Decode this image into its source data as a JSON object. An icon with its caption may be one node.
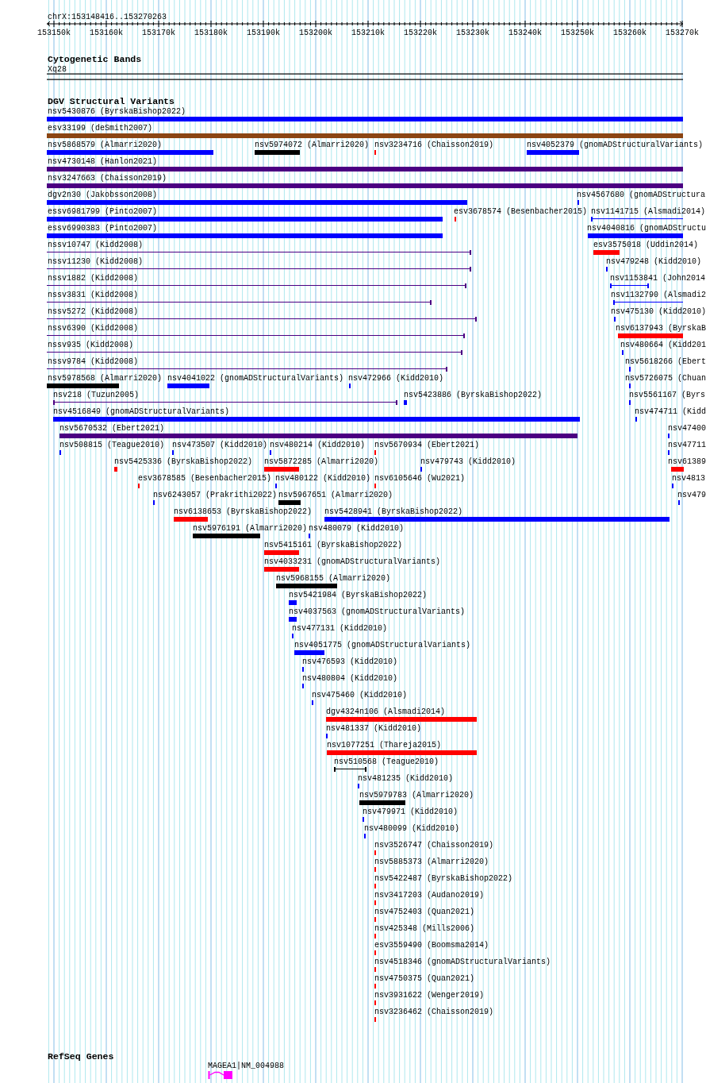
{
  "diagram": {
    "labels": [
      "chrX:153148416..153270263",
      "153150k",
      "153160k",
      "153170k",
      "153180k",
      "153190k",
      "153200k",
      "153210k",
      "153220k",
      "153230k",
      "153240k",
      "153250k",
      "153260k",
      "153270k",
      "Cytogenetic Bands",
      "Xq28",
      "DGV Structural Variants",
      "nsv5430876 (ByrskaBishop2022)",
      "esv33199 (deSmith2007)",
      "nsv5868579 (Almarri2020)",
      "nsv5974072 (Almarri2020)",
      "nsv3234716 (Chaisson2019)",
      "nsv4052379 (gnomADStructuralVariants)",
      "nsv4730148 (Hanlon2021)",
      "nsv3247663 (Chaisson2019)",
      "dgv2n30 (Jakobsson2008)",
      "nsv4567680 (gnomADStructura",
      "essv6981799 (Pinto2007)",
      "esv3678574 (Besenbacher2015)",
      "nsv1141715 (Alsmadi2014)",
      "essv6990383 (Pinto2007)",
      "nsv4040816 (gnomADStructu",
      "nssv10747 (Kidd2008)",
      "esv3575018 (Uddin2014)",
      "nssv11230 (Kidd2008)",
      "nsv479248 (Kidd2010)",
      "nssv1882 (Kidd2008)",
      "nsv1153841 (John2014",
      "nssv3831 (Kidd2008)",
      "nsv1132790 (Alsmadi2",
      "nssv5272 (Kidd2008)",
      "nsv475130 (Kidd2010)",
      "nssv6390 (Kidd2008)",
      "nsv6137943 (ByrskaB",
      "nssv935 (Kidd2008)",
      "nsv480664 (Kidd201",
      "nssv9784 (Kidd2008)",
      "nsv5618266 (Ebert",
      "nsv5978568 (Almarri2020)",
      "nsv4041022 (gnomADStructuralVariants)",
      "nsv472966 (Kidd2010)",
      "nsv5726075 (Chuan",
      "nsv218 (Tuzun2005)",
      "nsv5423886 (ByrskaBishop2022)",
      "nsv5561167 (Byrs",
      "nsv4516849 (gnomADStructuralVariants)",
      "nsv474711 (Kidd",
      "nsv5670532 (Ebert2021)",
      "nsv47400",
      "nsv508815 (Teague2010)",
      "nsv473507 (Kidd2010)",
      "nsv480214 (Kidd2010)",
      "nsv5670934 (Ebert2021)",
      "nsv47711",
      "nsv5425336 (ByrskaBishop2022)",
      "nsv5872285 (Almarri2020)",
      "nsv479743 (Kidd2010)",
      "nsv61389",
      "esv3678585 (Besenbacher2015)",
      "nsv480122 (Kidd2010)",
      "nsv6105646 (Wu2021)",
      "nsv4813",
      "nsv6243057 (Prakrithi2022)",
      "nsv5967651 (Almarri2020)",
      "nsv479",
      "nsv6138653 (ByrskaBishop2022)",
      "nsv5428941 (ByrskaBishop2022)",
      "nsv5976191 (Almarri2020)",
      "nsv480079 (Kidd2010)",
      "nsv5415161 (ByrskaBishop2022)",
      "nsv4033231 (gnomADStructuralVariants)",
      "nsv5968155 (Almarri2020)",
      "nsv5421984 (ByrskaBishop2022)",
      "nsv4037563 (gnomADStructuralVariants)",
      "nsv477131 (Kidd2010)",
      "nsv4051775 (gnomADStructuralVariants)",
      "nsv476593 (Kidd2010)",
      "nsv480804 (Kidd2010)",
      "nsv475460 (Kidd2010)",
      "dgv4324n106 (Alsmadi2014)",
      "nsv481337 (Kidd2010)",
      "nsv1077251 (Thareja2015)",
      "nsv510568 (Teague2010)",
      "nsv481235 (Kidd2010)",
      "nsv5979783 (Almarri2020)",
      "nsv479971 (Kidd2010)",
      "nsv480099 (Kidd2010)",
      "nsv3526747 (Chaisson2019)",
      "nsv5885373 (Almarri2020)",
      "nsv5422487 (ByrskaBishop2022)",
      "nsv3417203 (Audano2019)",
      "nsv4752403 (Quan2021)",
      "nsv425348 (Mills2006)",
      "esv3559490 (Boomsma2014)",
      "nsv4518346 (gnomADStructuralVariants)",
      "nsv4750375 (Quan2021)",
      "nsv3931622 (Wenger2019)",
      "nsv3236462 (Chaisson2019)",
      "RefSeq Genes",
      "MAGEA1|NM_004988"
    ]
  }
}
